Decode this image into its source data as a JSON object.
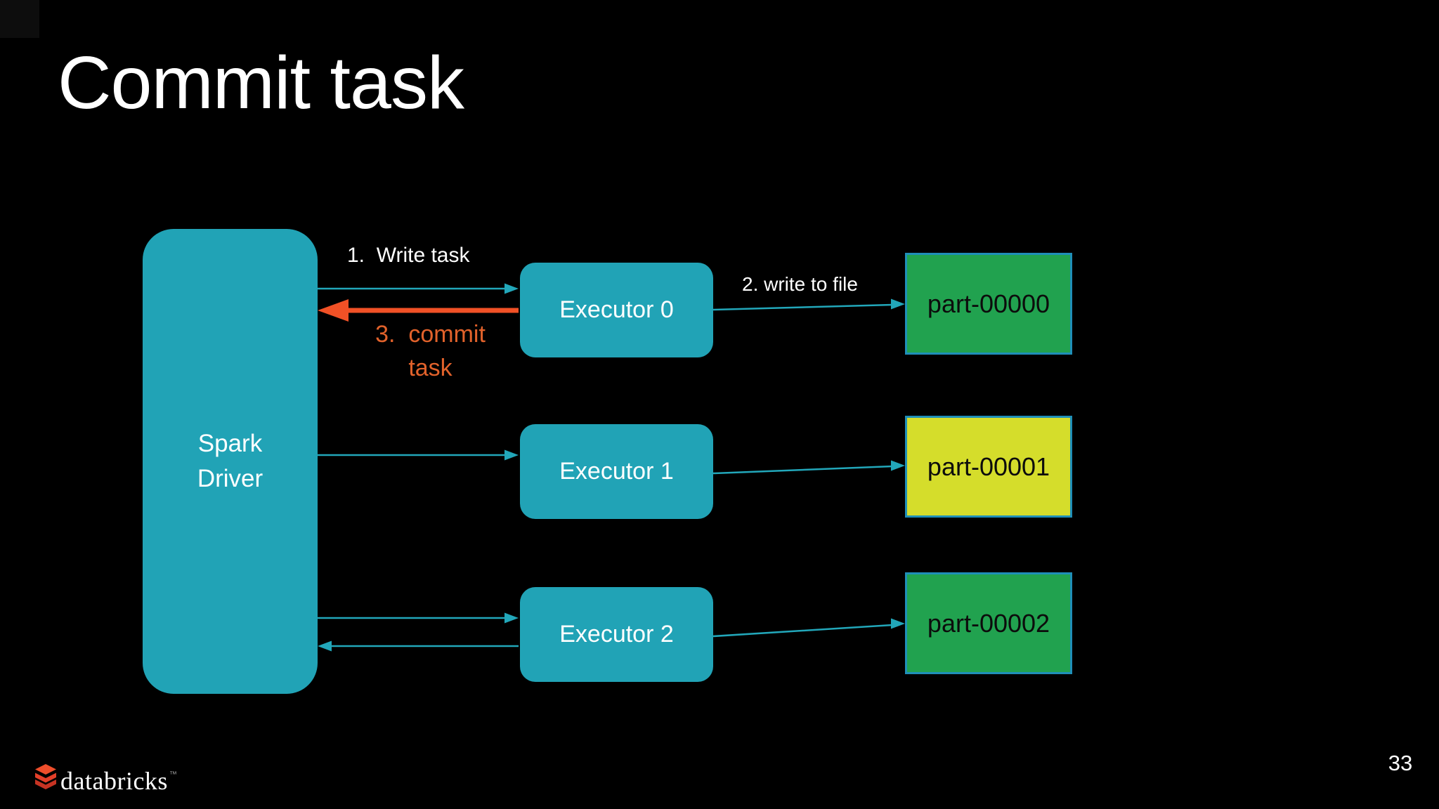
{
  "slide": {
    "title": "Commit task",
    "page_number": "33"
  },
  "footer": {
    "logo_text": "databricks",
    "trademark": "™",
    "logo_icon": "databricks-stack-icon"
  },
  "diagram": {
    "driver": {
      "line1": "Spark",
      "line2": "Driver"
    },
    "executors": [
      {
        "label": "Executor 0"
      },
      {
        "label": "Executor 1"
      },
      {
        "label": "Executor 2"
      }
    ],
    "parts": [
      {
        "label": "part-00000",
        "fill": "#21A24F"
      },
      {
        "label": "part-00001",
        "fill": "#D5DD2B"
      },
      {
        "label": "part-00002",
        "fill": "#21A24F"
      }
    ],
    "labels": {
      "write_task": "1.  Write task",
      "write_to_file": "2. write to file",
      "commit_line1": "3.  commit",
      "commit_line2": "task"
    },
    "colors": {
      "background": "#000000",
      "box_teal": "#21A3B6",
      "connector_teal": "#22A7BA",
      "part_border": "#1F8FB8",
      "part_green": "#21A24F",
      "part_yellow": "#D5DD2B",
      "commit_arrow_orange": "#F15126",
      "commit_text_orange": "#E2622B",
      "text_white": "#FFFFFF",
      "part_text_dark": "#0C0C0C"
    }
  }
}
